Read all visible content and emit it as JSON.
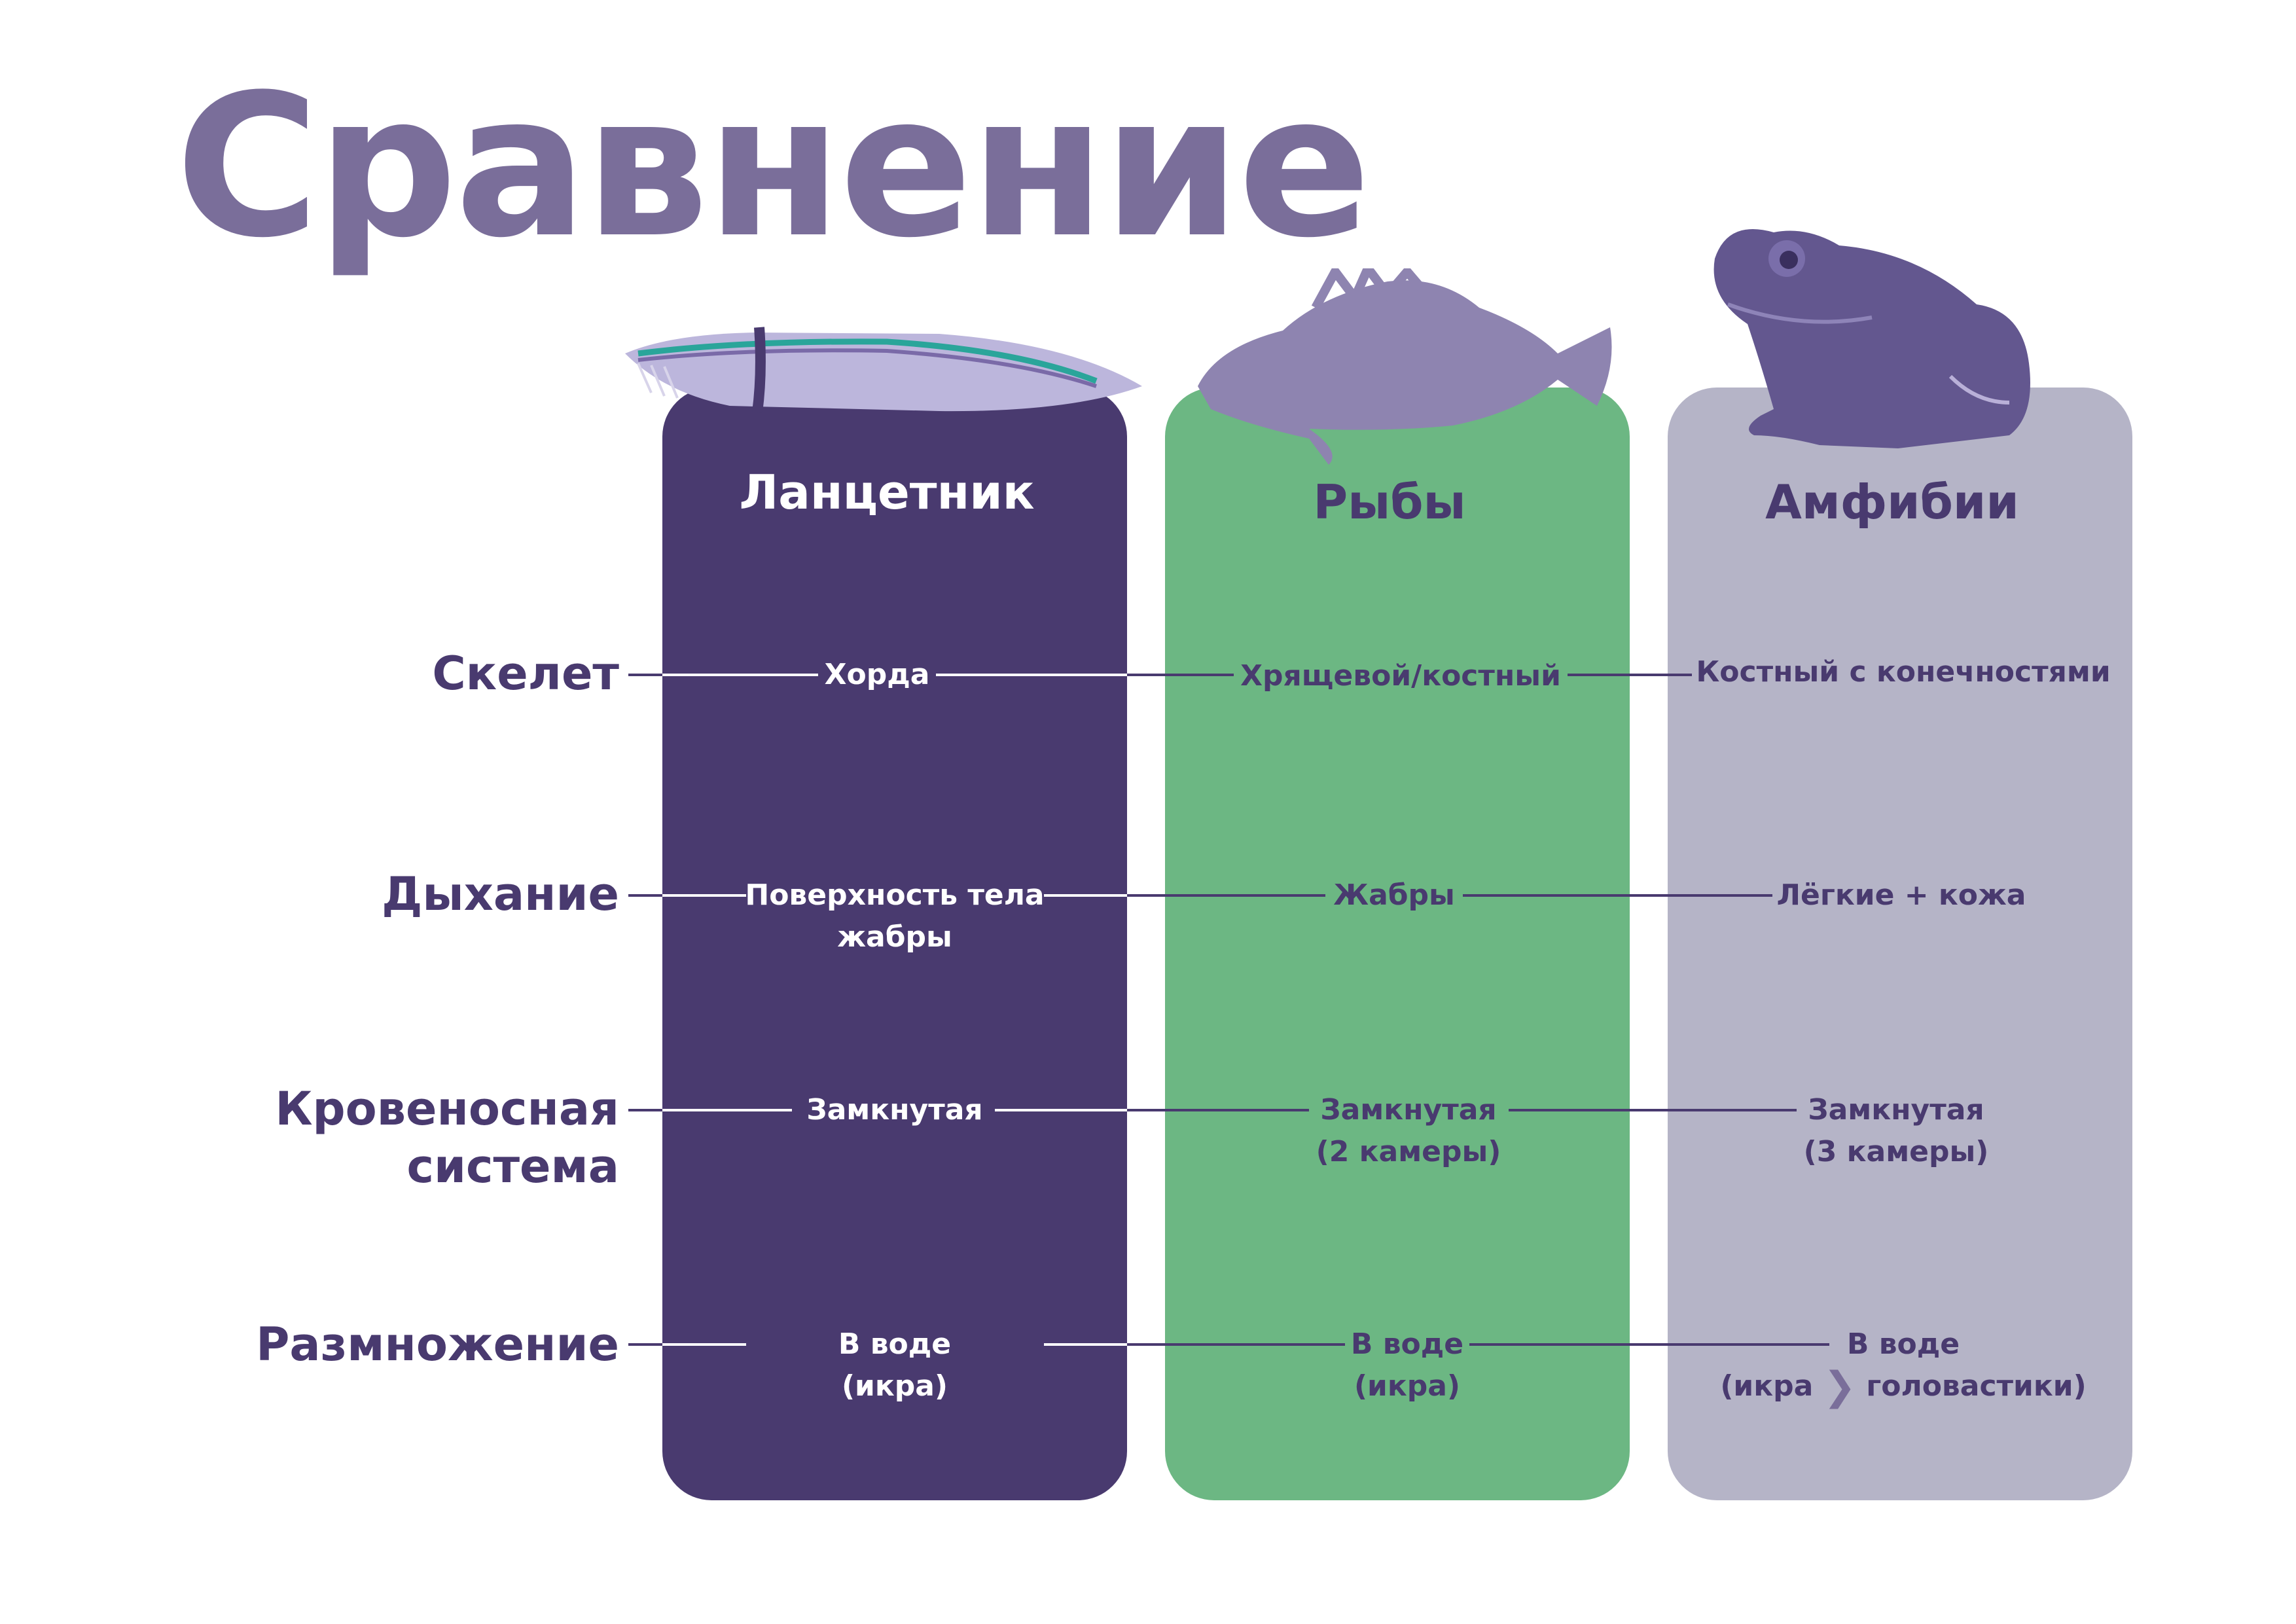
{
  "title": "Сравнение",
  "columns": [
    {
      "name": "Ланцетник",
      "animal_icon": "lancelet-icon",
      "color": "#493a6f"
    },
    {
      "name": "Рыбы",
      "animal_icon": "fish-icon",
      "color": "#6cb783"
    },
    {
      "name": "Амфибии",
      "animal_icon": "frog-icon",
      "color": "#b5b4c7"
    }
  ],
  "rows": [
    {
      "label_line1": "Скелет",
      "label_line2": "",
      "cells": [
        {
          "line1": "Хорда",
          "line2": ""
        },
        {
          "line1": "Хрящевой/костный",
          "line2": ""
        },
        {
          "line1": "Костный с конечностями",
          "line2": ""
        }
      ]
    },
    {
      "label_line1": "Дыхание",
      "label_line2": "",
      "cells": [
        {
          "line1": "Поверхность тела",
          "line2": "жабры"
        },
        {
          "line1": "Жабры",
          "line2": ""
        },
        {
          "line1": "Лёгкие + кожа",
          "line2": ""
        }
      ]
    },
    {
      "label_line1": "Кровеносная",
      "label_line2": "система",
      "cells": [
        {
          "line1": "Замкнутая",
          "line2": ""
        },
        {
          "line1": "Замкнутая",
          "line2": "(2 камеры)"
        },
        {
          "line1": "Замкнутая",
          "line2": "(3 камеры)"
        }
      ]
    },
    {
      "label_line1": "Размножение",
      "label_line2": "",
      "cells": [
        {
          "line1": "В воде",
          "line2": "(икра)"
        },
        {
          "line1": "В воде",
          "line2": "(икра)"
        },
        {
          "line1": "В воде",
          "line2_a": "(икра",
          "line2_b": "головастики)"
        }
      ]
    }
  ],
  "colors": {
    "title": "#7a6e9a",
    "text_dark": "#493a6f",
    "text_light": "#ffffff"
  }
}
